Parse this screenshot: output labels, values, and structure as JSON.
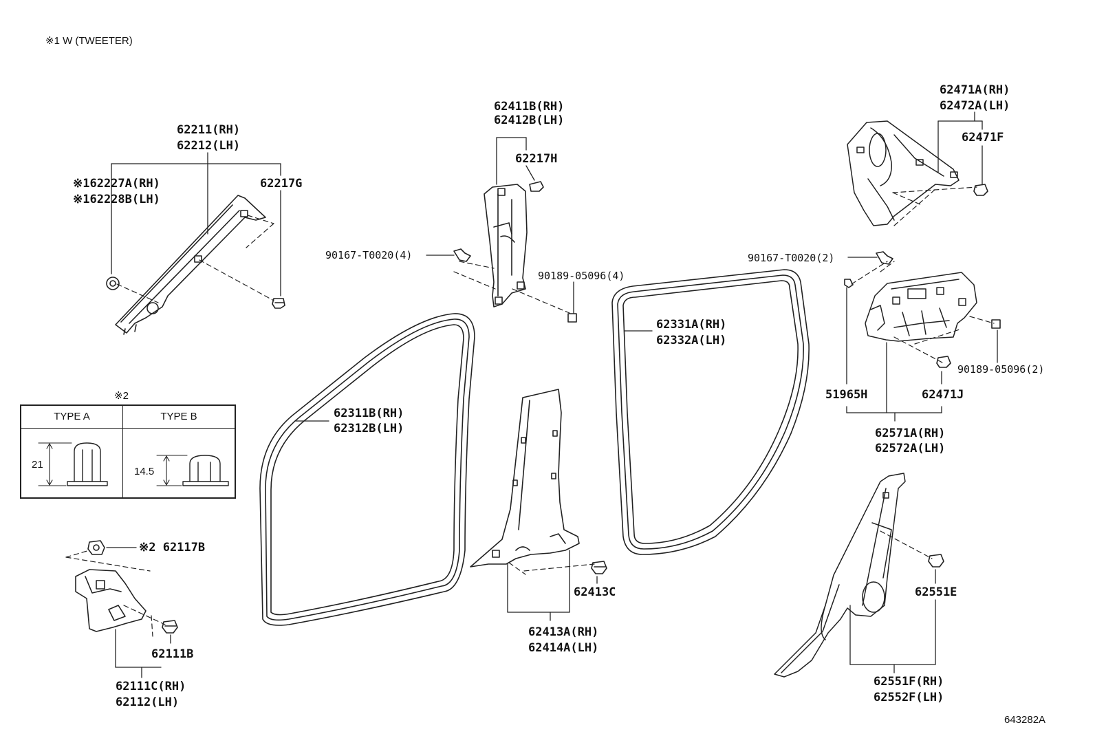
{
  "note": "※1 W (TWEETER)",
  "callouts": {
    "c62211": [
      "62211(RH)",
      "62212(LH)"
    ],
    "c62227": [
      "※162227A(RH)",
      "※162228B(LH)"
    ],
    "c62217g": "62217G",
    "c62411": [
      "62411B(RH)",
      "62412B(LH)"
    ],
    "c62217h": "62217H",
    "c90167_left": "90167-T0020(4)",
    "c90189_left": "90189-05096(4)",
    "c62471": [
      "62471A(RH)",
      "62472A(LH)"
    ],
    "c62471f": "62471F",
    "c90167_right": "90167-T0020(2)",
    "c62331": [
      "62331A(RH)",
      "62332A(LH)"
    ],
    "c90189_right": "90189-05096(2)",
    "c51965h": "51965H",
    "c62471j": "62471J",
    "c62571": [
      "62571A(RH)",
      "62572A(LH)"
    ],
    "c62311": [
      "62311B(RH)",
      "62312B(LH)"
    ],
    "c62413c": "62413C",
    "c62413": [
      "62413A(RH)",
      "62414A(LH)"
    ],
    "c62117b": "※2 62117B",
    "c62111b": "62111B",
    "c62111c": [
      "62111C(RH)",
      "62112(LH)"
    ],
    "c62551e": "62551E",
    "c62551f": [
      "62551F(RH)",
      "62552F(LH)"
    ]
  },
  "type_table": {
    "marker": "※2",
    "type_a": "TYPE A",
    "type_b": "TYPE B",
    "dim_a": "21",
    "dim_b": "14.5"
  },
  "diagram_id": "643282A"
}
